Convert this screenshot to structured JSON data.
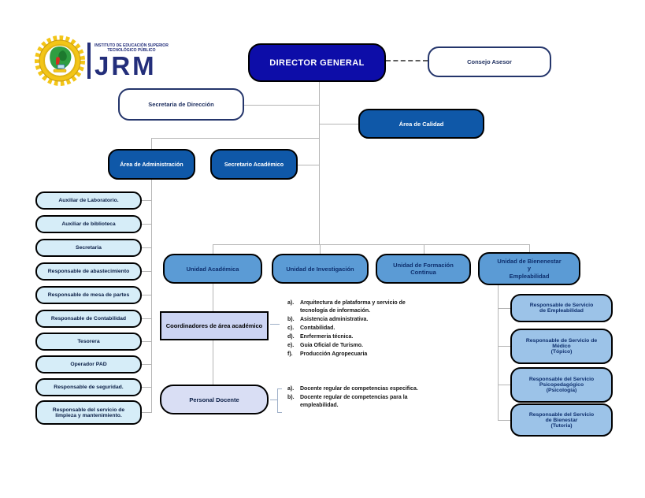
{
  "logo": {
    "institute_name": "INSTITUTO DE EDUCACIÓN SUPERIOR\nTECNOLÓGICO PÚBLICO",
    "acronym": "JRM"
  },
  "nodes": {
    "director_general": "DIRECTOR GENERAL",
    "consejo_asesor": "Consejo Asesor",
    "secretaria_direccion": "Secretaria de Dirección",
    "area_calidad": "Área de Calidad",
    "area_administracion": "Área de Administración",
    "secretario_academico": "Secretario Académico",
    "unidad_academica": "Unidad Académica",
    "unidad_investigacion": "Unidad de Investigación",
    "unidad_formacion": "Unidad de Formación\nContinua",
    "unidad_bienestar": "Unidad de Bienenestar\ny\nEmpleabilidad",
    "coordinadores": "Coordinadores de área académico",
    "personal_docente": "Personal Docente"
  },
  "left_column": {
    "items": [
      "Auxiliar de Laboratorio.",
      "Auxiliar de biblioteca",
      "Secretaria",
      "Responsable de abastecimiento",
      "Responsable de mesa de partes",
      "Responsable de Contabilidad",
      "Tesorera",
      "Operador PAD",
      "Responsable de seguridad.",
      "Responsable del servicio de\nlimpieza y mantenimiento."
    ]
  },
  "right_column": {
    "items": [
      "Responsable de Servicio\nde Empleabilidad",
      "Responsable de Servicio de\nMédico\n(Tópico)",
      "Responsable del Servicio\nPsicopedagógico\n(Psicología)",
      "Responsable del Servicio\nde Bienestar\n(Tutoria)"
    ]
  },
  "academic_list": {
    "items": [
      {
        "label": "a).",
        "text": "Arquitectura de plataforma y servicio de tecnología de información."
      },
      {
        "label": "b).",
        "text": "Asistencia administrativa."
      },
      {
        "label": "c).",
        "text": "Contabilidad."
      },
      {
        "label": "d).",
        "text": "Enrfermeria técnica."
      },
      {
        "label": "e).",
        "text": "Guia Oficial de Turismo."
      },
      {
        "label": "f).",
        "text": "Producción Agropecuaria"
      }
    ]
  },
  "docente_list": {
    "items": [
      {
        "label": "a).",
        "text": "Docente regular de competencias especifica."
      },
      {
        "label": "b).",
        "text": "Docente regular de competencias para la empleabilidad."
      }
    ]
  },
  "colors": {
    "director_box": "#0d0da8",
    "management_box": "#0f58a8",
    "unit_box": "#5b9bd5",
    "left_item_box": "#d6edf8",
    "right_item_box": "#9cc3e8",
    "coordinator_box": "#ccd4f3",
    "docente_box": "#d9def4",
    "navy_text": "#232e7a",
    "connector_line": "#b5b5b5",
    "emblem_yellow": "#f3c517",
    "emblem_green": "#2f9e41"
  }
}
